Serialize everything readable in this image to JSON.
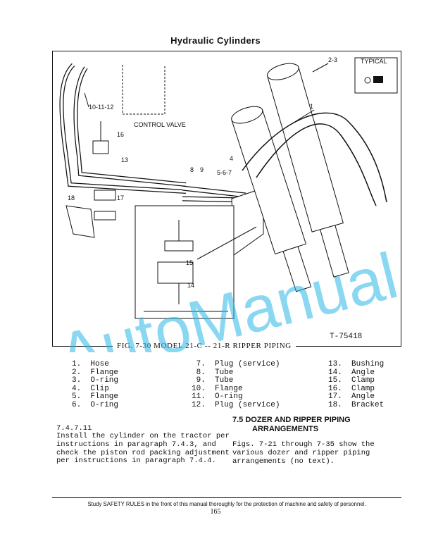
{
  "page": {
    "title": "Hydraulic Cylinders",
    "page_number": "165"
  },
  "figure": {
    "caption": "FIG. 7-30  MODEL 21-C -- 21-R  RIPPER PIPING",
    "ref_code": "T-75418",
    "typical_label": "TYPICAL",
    "control_valve_label": "CONTROL VALVE",
    "callouts": [
      "2-3",
      "1",
      "10-11-12",
      "16",
      "13",
      "4",
      "8",
      "9",
      "5-6-7",
      "18",
      "17",
      "15",
      "14"
    ]
  },
  "legend": {
    "col1": [
      "1.  Hose",
      "2.  Flange",
      "3.  O-ring",
      "4.  Clip",
      "5.  Flange",
      "6.  O-ring"
    ],
    "col2": [
      " 7.  Plug (service)",
      " 8.  Tube",
      " 9.  Tube",
      "10.  Flange",
      "11.  O-ring",
      "12.  Plug (service)"
    ],
    "col3": [
      "13.  Bushing",
      "14.  Angle",
      "15.  Clamp",
      "16.  Clamp",
      "17.  Angle",
      "18.  Bracket"
    ]
  },
  "paragraph": {
    "number": "7.4.7.11",
    "text": "Install the cylinder on the tractor per instructions in paragraph 7.4.3, and check the piston rod packing adjustment per instructions in paragraph 7.4.4."
  },
  "section": {
    "heading_line1": "7.5 DOZER AND RIPPER PIPING",
    "heading_line2": "ARRANGEMENTS",
    "text": "Figs. 7-21 through 7-35 show the various dozer and ripper piping arrangements (no text)."
  },
  "footer": {
    "text": "Study SAFETY RULES in the front of this manual thoroughly for the protection of machine and safety of personnel."
  },
  "watermark": {
    "text": "AutoManual",
    "color": "#29b6e8"
  }
}
